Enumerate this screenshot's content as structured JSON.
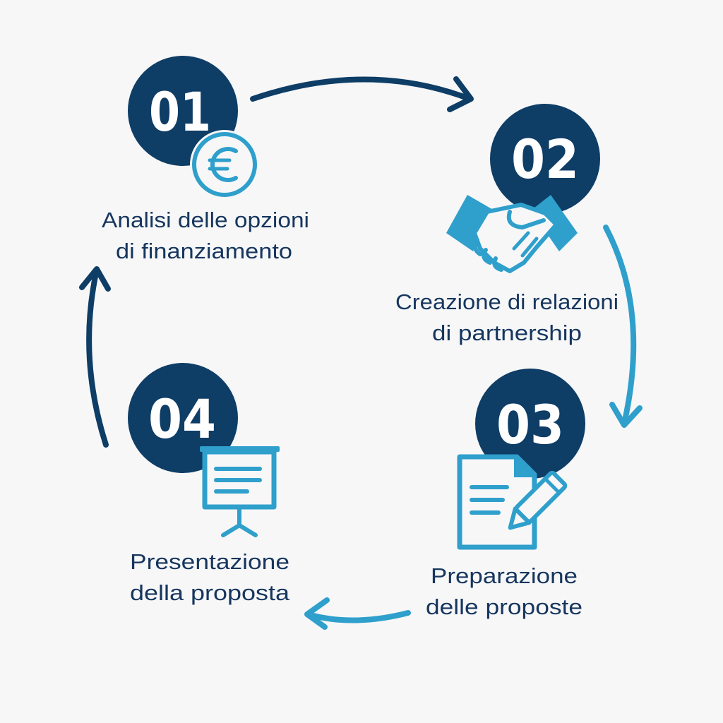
{
  "colors": {
    "navy": "#0e3d66",
    "teal": "#2f9fcb",
    "text": "#16365e",
    "background": "#f7f7f8"
  },
  "steps": [
    {
      "number": "01",
      "label_line1": "Analisi delle opzioni",
      "label_line2": "di finanziamento",
      "icon": "euro-coin-icon"
    },
    {
      "number": "02",
      "label_line1": "Creazione di relazioni",
      "label_line2": "di partnership",
      "icon": "handshake-icon"
    },
    {
      "number": "03",
      "label_line1": "Preparazione",
      "label_line2": "delle proposte",
      "icon": "document-pen-icon"
    },
    {
      "number": "04",
      "label_line1": "Presentazione",
      "label_line2": "della proposta",
      "icon": "presentation-board-icon"
    }
  ],
  "arrows": [
    {
      "from": "01",
      "to": "02",
      "color": "#0e3d66"
    },
    {
      "from": "02",
      "to": "03",
      "color": "#2f9fcb"
    },
    {
      "from": "03",
      "to": "04",
      "color": "#2f9fcb"
    },
    {
      "from": "04",
      "to": "01",
      "color": "#0e3d66"
    }
  ]
}
